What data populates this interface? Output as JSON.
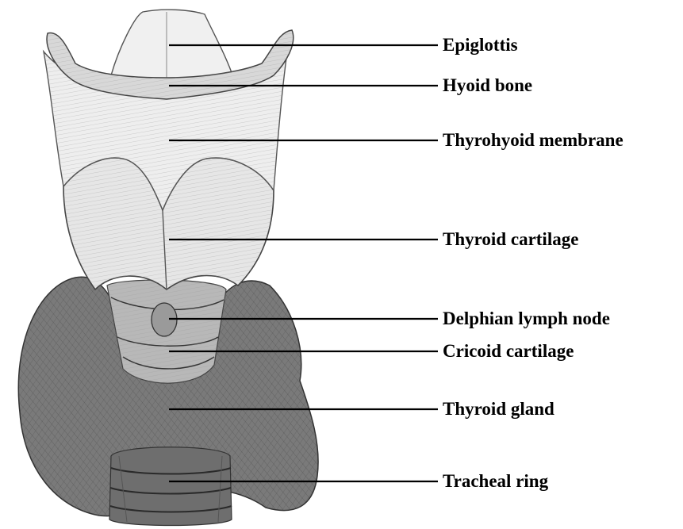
{
  "labels": [
    {
      "id": "epiglottis",
      "text": "Epiglottis"
    },
    {
      "id": "hyoid-bone",
      "text": "Hyoid bone"
    },
    {
      "id": "thyrohyoid-membrane",
      "text": "Thyrohyoid membrane"
    },
    {
      "id": "thyroid-cartilage",
      "text": "Thyroid cartilage"
    },
    {
      "id": "delphian-lymph-node",
      "text": "Delphian lymph node"
    },
    {
      "id": "cricoid-cartilage",
      "text": "Cricoid cartilage"
    },
    {
      "id": "thyroid-gland",
      "text": "Thyroid gland"
    },
    {
      "id": "tracheal-ring",
      "text": "Tracheal ring"
    }
  ]
}
